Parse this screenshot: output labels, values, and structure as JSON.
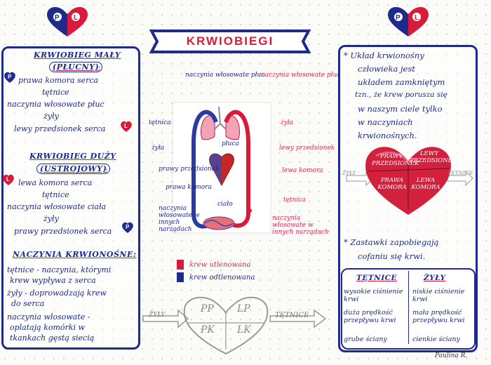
{
  "title": "KRWIOBIEGI",
  "left": {
    "small": {
      "heading1": "KRWIOBIEG MAŁY",
      "heading2": "(PŁUCNY)",
      "colon": ":",
      "lines": [
        "prawa komora serca",
        "tętnice",
        "naczynia włosowate płuc",
        "żyły",
        "lewy przedsionek serca"
      ]
    },
    "large": {
      "heading1": "KRWIOBIEG DUŻY",
      "heading2": "(USTROJOWY)",
      "colon": ":",
      "lines": [
        "lewa komora serca",
        "tętnice",
        "naczynia włosowate ciała",
        "żyły",
        "prawy przedsionek serca"
      ]
    },
    "vessels": {
      "heading": "NACZYNIA KRWIONOŚNE:",
      "lines": [
        "tętnice - naczynia, którymi",
        "krew wypływa z serca",
        "żyły - doprowadzają krew",
        "do serca",
        "naczynia włosowate -",
        "oplatają komórki w",
        "tkankach gęstą siecią"
      ]
    }
  },
  "diagram": {
    "labels": {
      "capillaries_lungs": "naczynia włosowate płuc",
      "capillaries_lungs_red": "naczynia włosowate płuc",
      "artery_left": "tętnica",
      "vein_top_right": "żyła",
      "lungs": "płuca",
      "vein_left": "żyła",
      "left_atrium": "lewy przedsionek",
      "right_atrium": "prawy przedsionek",
      "left_ventricle": "lewa komora",
      "right_ventricle": "prawa komora",
      "artery_right": "tętnica",
      "body": "ciało",
      "capillaries_other": "naczynia włosowate w innych narządach",
      "capillaries_other_red": "naczynia włosowate w innych narządach"
    },
    "legend": {
      "oxygenated": "krew utlenowana",
      "deoxygenated": "krew odtlenowana"
    },
    "heart_scheme": {
      "veins": "ŻYŁY",
      "arteries": "TĘTNICE",
      "cells": [
        "PP",
        "LP",
        "PK",
        "LK"
      ]
    }
  },
  "right": {
    "intro_lines": [
      "* Układ krwionośny",
      "człowieka jest",
      "układem zamkniętym",
      "tzn., że krew porusza się",
      "w naszym ciele tylko",
      "w naczyniach",
      "krwionośnych."
    ],
    "heart_labels": {
      "ra": "PRAWY PRZEDSIONEK",
      "la": "LEWY PRZEDSIONEK",
      "rv": "PRAWA KOMORA",
      "lv": "LEWA KOMORA",
      "veins": "ŻYŁY",
      "arteries": "TĘTNICE"
    },
    "valves_lines": [
      "* Zastawki zapobiegają",
      "cofaniu się krwi."
    ],
    "table": {
      "col1_head": "TĘTNICE",
      "col2_head": "ŻYŁY",
      "col1": [
        "wysokie ciśnienie krwi",
        "duża prędkość przepływu krwi",
        "grube ściany"
      ],
      "col2": [
        "niskie ciśnienie krwi",
        "mała prędkość przepływu krwi",
        "cienkie ściany"
      ]
    },
    "signature": "Paulina R."
  },
  "colors": {
    "blue": "#1f2a8a",
    "red": "#d81b3a",
    "pink": "#e0245e"
  },
  "icons": [
    "heart-logo-icon",
    "lungs-icon",
    "p-icon",
    "l-icon"
  ]
}
